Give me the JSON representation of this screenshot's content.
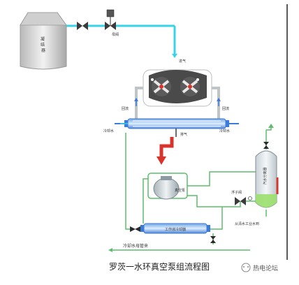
{
  "labels": {
    "condenser": "凝\n结\n器",
    "valve_tag": "母阀",
    "intake": "进气",
    "backflow_left": "回流",
    "backflow_right": "回流",
    "coolant_left": "冷却水",
    "coolant_right": "冷却水",
    "exhaust": "排气",
    "vacuum_pump": "真空泵",
    "float_valve": "浮子阀",
    "separator": "汽水分离器",
    "heat_exchanger": "工作液冷却器",
    "supply_note": "从清水工业水到",
    "cooling_pipe": "冷却水母管来",
    "figure_title": "罗茨一水环真空泵组流程图",
    "watermark": "热电论坛"
  },
  "colors": {
    "pipe_cyan": "#37d3e6",
    "pipe_green": "#5cbf6a",
    "pipe_blue": "#3d7bd8",
    "exhaust_red": "#d9342b",
    "separator_body": "#e4eaee",
    "separator_liquid": "#9be06d"
  }
}
